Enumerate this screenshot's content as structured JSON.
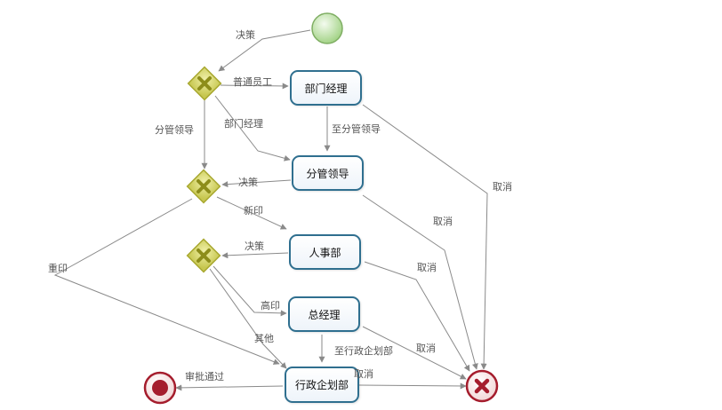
{
  "tasks": {
    "dept_manager": "部门经理",
    "supervisor": "分管领导",
    "hr": "人事部",
    "general_manager": "总经理",
    "admin_planning": "行政企划部"
  },
  "edges": {
    "decide_start": "决策",
    "ordinary_staff": "普通员工",
    "dept_manager_branch": "部门经理",
    "supervisor_branch": "分管领导",
    "to_supervisor": "至分管领导",
    "decide_2": "决策",
    "new_print": "新印",
    "decide_3": "决策",
    "reprint": "重印",
    "high_print": "高印",
    "other": "其他",
    "to_admin": "至行政企划部",
    "approved": "审批通过",
    "cancel_1": "取消",
    "cancel_2": "取消",
    "cancel_3": "取消",
    "cancel_4": "取消",
    "cancel_5": "取消"
  },
  "colors": {
    "task_border": "#2f6f8f",
    "gateway": "#a8a830",
    "start": "#88c070",
    "end": "#a51d2d",
    "edge": "#8a8a8a"
  },
  "icons": {
    "start": "start-event-circle",
    "gateway": "exclusive-gateway-x",
    "end_ok": "end-event-circle",
    "end_cancel": "cancel-end-x"
  }
}
